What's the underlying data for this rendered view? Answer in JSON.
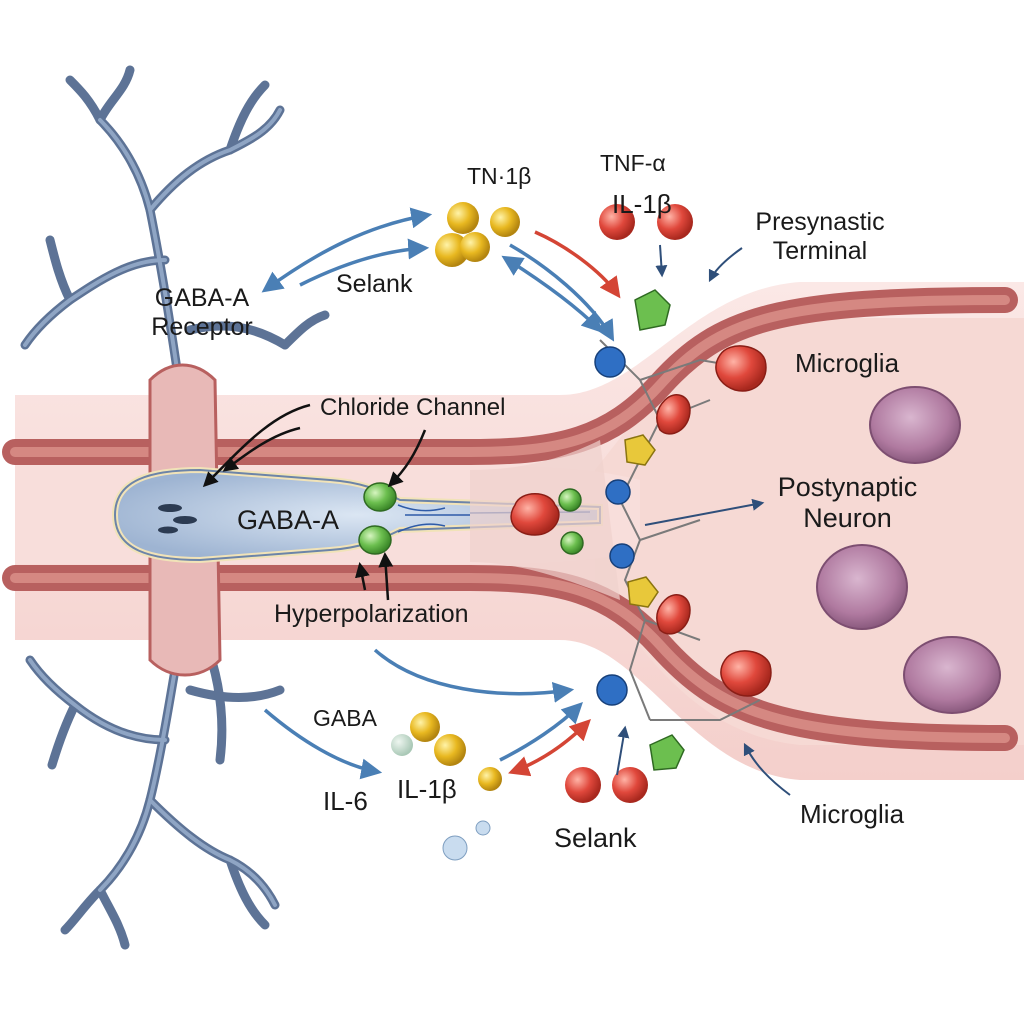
{
  "labels": {
    "tn1b": "TN·1β",
    "tnf_alpha": "TNF-α",
    "il1b_top": "IL-1β",
    "presynaptic_1": "Presynastic",
    "presynaptic_2": "Terminal",
    "selank_top": "Selank",
    "gaba_a_receptor_1": "GABA-A",
    "gaba_a_receptor_2": "Receptor",
    "microglia_top": "Microglia",
    "chloride_channel": "Chloride Channel",
    "gaba_a_center": "GABA-A",
    "postsynaptic_1": "Postynaptic",
    "postsynaptic_2": "Neuron",
    "hyperpolarization": "Hyperpolarization",
    "gaba": "GABA",
    "il6": "IL-6",
    "il1b_bottom": "IL-1β",
    "selank_bottom": "Selank",
    "microglia_bottom": "Microglia"
  },
  "colors": {
    "neuron_blue": "#8fa5c4",
    "neuron_outline": "#5d7396",
    "vessel_wall": "#b8605f",
    "vessel_inner": "#f4d2cf",
    "cytokine_yellow": "#e8b820",
    "cytokine_red": "#e0483c",
    "arrow_blue": "#4a7fb5",
    "arrow_red": "#d44535",
    "receptor_green": "#6cbf4f",
    "receptor_blue": "#2f6fc4",
    "cell_purple": "#b07aa0"
  }
}
